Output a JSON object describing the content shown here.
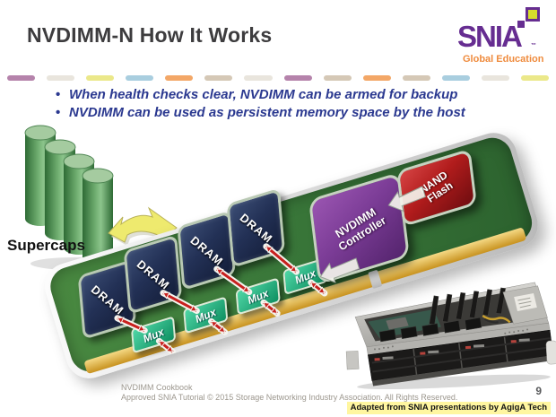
{
  "slide": {
    "title": "NVDIMM-N How It Works",
    "page_number": "9",
    "background": "#ffffff"
  },
  "logo": {
    "wordmark": "SNIA",
    "trademark": "™",
    "tagline": "Global Education",
    "purple": "#662d91",
    "orange": "#ef8b3d",
    "mark_yellow": "#d7dd2c"
  },
  "divider_colors": [
    "#b583ab",
    "#e9e5dd",
    "#ebe88a",
    "#a9cedf",
    "#f3a767",
    "#d5c8b6",
    "#e9e5dd",
    "#b583ab",
    "#d5c8b6",
    "#f3a767",
    "#d5c8b6",
    "#a9cedf",
    "#e9e5dd",
    "#ebe88a"
  ],
  "bullets": [
    "When health checks clear, NVDIMM can be armed for backup",
    "NVDIMM can be used as persistent memory space by the host"
  ],
  "bullet_color": "#2b3990",
  "diagram": {
    "supercaps_label": "Supercaps",
    "supercap_count": 4,
    "dram_label": "DRAM",
    "dram_count": 4,
    "mux_label": "Mux",
    "mux_count": 4,
    "controller_line1": "NVDIMM",
    "controller_line2": "Controller",
    "nand_line1": "NAND",
    "nand_line2": "Flash",
    "colors": {
      "board_green": "#3d7a3b",
      "gold_edge": "#d9a93f",
      "dram_navy": "#1f2b4c",
      "mux_teal": "#13a377",
      "controller_purple": "#7d3d97",
      "nand_red": "#b11c1c",
      "signal_arrow_red": "#c8201e",
      "supercap_green": "#4b9356",
      "power_arrow_yellow": "#eeea6e"
    }
  },
  "footer": {
    "line1": "NVDIMM Cookbook",
    "line2": "Approved SNIA Tutorial © 2015 Storage Networking Industry Association. All Rights Reserved.",
    "credit": "Adapted from SNIA presentations by AgigA Tech"
  }
}
